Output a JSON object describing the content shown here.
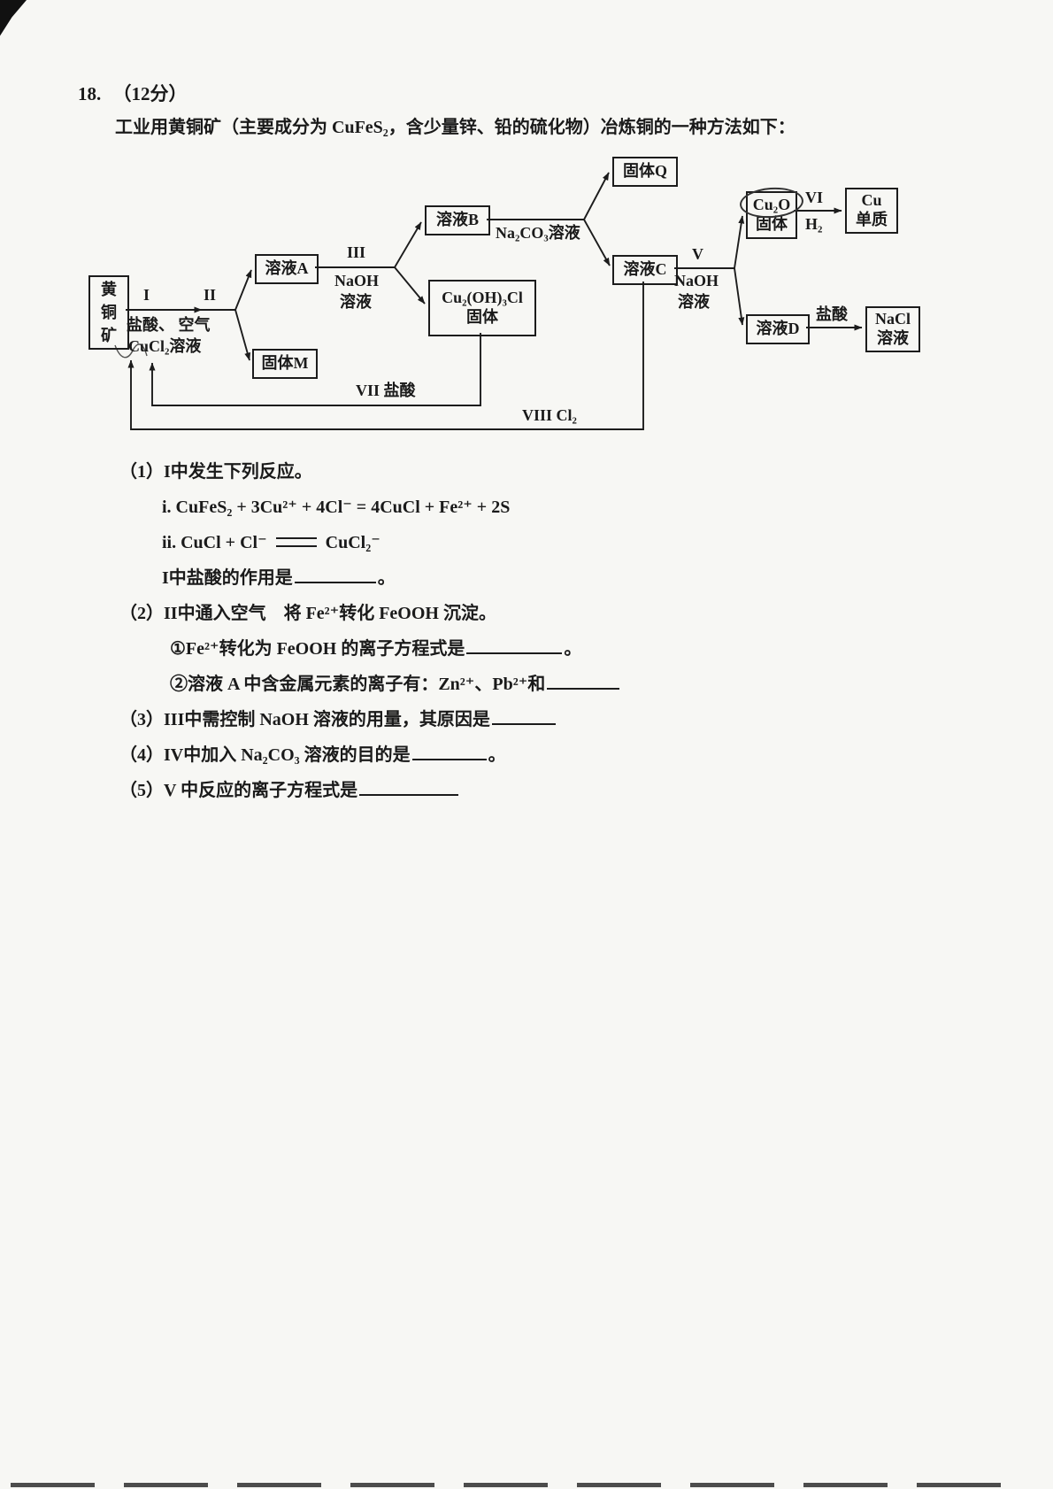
{
  "meta": {
    "question_number": "18.",
    "points": "（12分）",
    "intro": "工业用黄铜矿（主要成分为 CuFeS₂，含少量锌、铅的硫化物）冶炼铜的一种方法如下："
  },
  "diagram": {
    "ore": "黄\n铜\n矿",
    "solution_a": "溶液A",
    "solid_m": "固体M",
    "solution_b": "溶液B",
    "basic_copper_chloride": {
      "line1": "Cu₂(OH)₃Cl",
      "line2": "固体"
    },
    "solid_q": "固体Q",
    "solution_c": "溶液C",
    "cu2o": {
      "line1": "Cu₂O",
      "line2": "固体"
    },
    "copper": {
      "line1": "Cu",
      "line2": "单质"
    },
    "solution_d": "溶液D",
    "nacl": {
      "line1": "NaCl",
      "line2": "溶液"
    },
    "labels": {
      "step_i": "I",
      "reagent_i_line1": "盐酸、 空气",
      "reagent_i_line2": "CuCl₂溶液",
      "step_ii": "II",
      "step_iii": "III",
      "naoh_1a": "NaOH",
      "naoh_1b": "溶液",
      "na2co3": "Na₂CO₃溶液",
      "step_v": "V",
      "naoh_2a": "NaOH",
      "naoh_2b": "溶液",
      "step_vi": "VI",
      "h2": "H₂",
      "hcl_to_nacl": "盐酸",
      "step_vii": "VII 盐酸",
      "step_viii": "VIII Cl₂"
    }
  },
  "questions": {
    "q1": {
      "head": "（1）I中发生下列反应。",
      "eq_i": "i. CuFeS₂ + 3Cu²⁺ + 4Cl⁻ = 4CuCl + Fe²⁺ + 2S",
      "eq_ii_left": "ii. CuCl + Cl⁻",
      "eq_ii_right": "CuCl₂⁻",
      "ask": "I中盐酸的作用是",
      "period": "。"
    },
    "q2": {
      "head": "（2）II中通入空气　将 Fe²⁺转化 FeOOH 沉淀。",
      "sub1": "①Fe²⁺转化为 FeOOH 的离子方程式是",
      "sub1_period": "。",
      "sub2": "②溶液 A 中含金属元素的离子有：Zn²⁺、Pb²⁺和"
    },
    "q3": {
      "text": "（3）III中需控制 NaOH 溶液的用量，其原因是"
    },
    "q4": {
      "text": "（4）IV中加入 Na₂CO₃ 溶液的目的是",
      "period": "。"
    },
    "q5": {
      "text": "（5）V 中反应的离子方程式是"
    }
  }
}
